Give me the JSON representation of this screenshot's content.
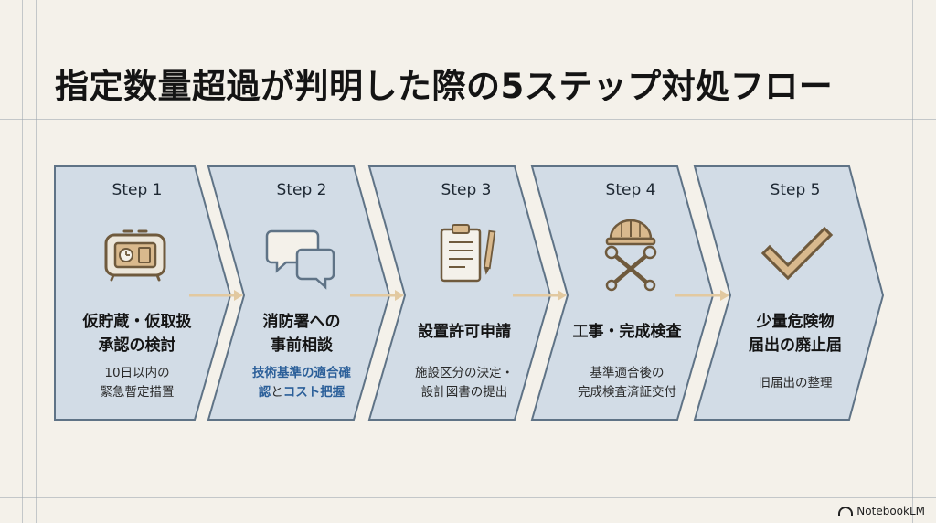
{
  "title": "指定数量超過が判明した際の5ステップ対処フロー",
  "steps": [
    {
      "label": "Step 1",
      "icon": "alarm-clock-icon",
      "title_line1": "仮貯蔵・仮取扱",
      "title_line2": "承認の検討",
      "desc_line1": "10日以内の",
      "desc_line2": "緊急暫定措置"
    },
    {
      "label": "Step 2",
      "icon": "speech-bubbles-icon",
      "title_line1": "消防署への",
      "title_line2": "事前相談",
      "desc_line1_hl1": "技術基準の適合確",
      "desc_line2_hl1": "認",
      "desc_line2_mid": "と",
      "desc_line2_hl2": "コスト把握"
    },
    {
      "label": "Step 3",
      "icon": "clipboard-document-icon",
      "title_line1": "設置許可申請",
      "desc_line1": "施設区分の決定・",
      "desc_line2": "設計図書の提出"
    },
    {
      "label": "Step 4",
      "icon": "hardhat-wrench-icon",
      "title_line1": "工事・完成検査",
      "desc_line1": "基準適合後の",
      "desc_line2": "完成検査済証交付"
    },
    {
      "label": "Step 5",
      "icon": "checkmark-icon",
      "title_line1": "少量危険物",
      "title_line2": "届出の廃止届",
      "desc_line1": "旧届出の整理"
    }
  ],
  "brand": "NotebookLM",
  "colors": {
    "background": "#f4f1ea",
    "panel_fill": "#d2dce6",
    "panel_stroke": "#5f7386",
    "connector": "#e2c9a0",
    "icon": "#6f5a3d",
    "icon_accent": "#d9b98d",
    "highlight": "#2b5f99"
  }
}
